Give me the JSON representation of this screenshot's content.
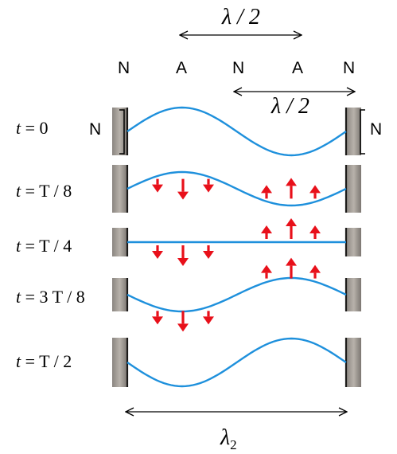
{
  "top_span": {
    "label": "λ / 2"
  },
  "node_labels": [
    {
      "text": "N",
      "kind": "node"
    },
    {
      "text": "A",
      "kind": "antinode"
    },
    {
      "text": "N",
      "kind": "node"
    },
    {
      "text": "A",
      "kind": "antinode"
    },
    {
      "text": "N",
      "kind": "node"
    }
  ],
  "mid_span": {
    "label": "λ / 2"
  },
  "wall_labels": {
    "left": "N",
    "right": "N"
  },
  "rows": [
    {
      "time": "t = 0",
      "t_var": "t",
      "t_rest": " = 0",
      "amplitude": 1.0,
      "arrows": "none"
    },
    {
      "time": "t = T / 8",
      "t_var": "t",
      "t_rest": " = T / 8",
      "amplitude": 0.7,
      "arrows": "left-down-right-up"
    },
    {
      "time": "t = T / 4",
      "t_var": "t",
      "t_rest": " = T / 4",
      "amplitude": 0.0,
      "arrows": "left-down-right-up"
    },
    {
      "time": "t = 3 T / 8",
      "t_var": "t",
      "t_rest": " = 3 T / 8",
      "amplitude": -0.7,
      "arrows": "left-down-right-up"
    },
    {
      "time": "t = T / 2",
      "t_var": "t",
      "t_rest": " = T / 2",
      "amplitude": -1.0,
      "arrows": "none"
    }
  ],
  "bottom_span": {
    "label": "λ",
    "subscript": "2"
  },
  "colors": {
    "wave": "#1e90dc",
    "arrow": "#e8101a",
    "wall": "#6e6a66"
  }
}
